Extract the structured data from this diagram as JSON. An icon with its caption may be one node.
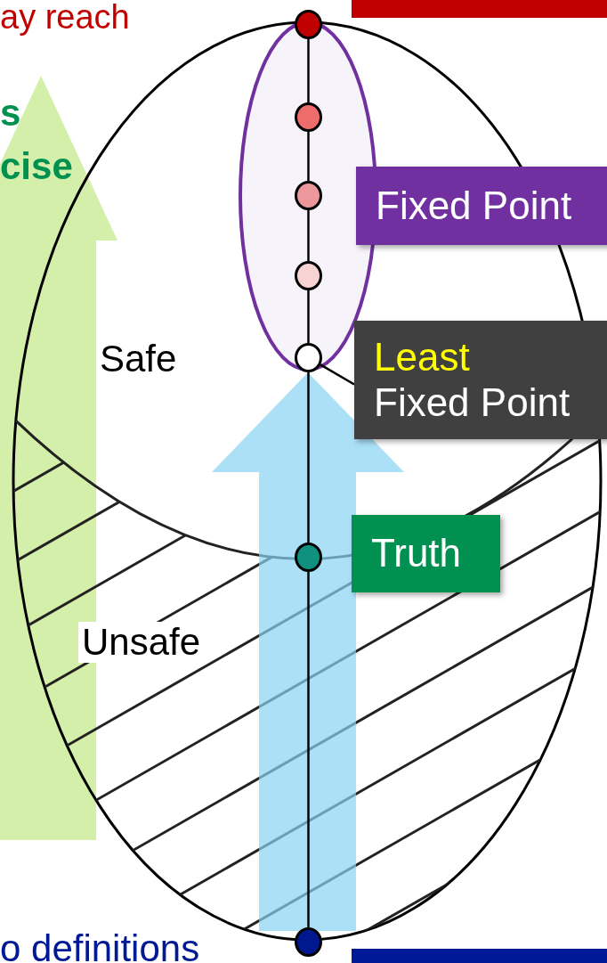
{
  "diagram": {
    "nodes": [
      {
        "text": [],
        "shape": "circle"
      },
      {
        "text": [],
        "shape": "circle"
      },
      {
        "text": [],
        "shape": "circle"
      },
      {
        "text": [],
        "shape": "circle"
      },
      {
        "text": [],
        "shape": "circle"
      },
      {
        "text": [],
        "shape": "circle"
      },
      {
        "text": [],
        "shape": "circle"
      },
      {
        "text": [
          "Fixed Point"
        ]
      },
      {
        "text": [
          "Least",
          "Fixed Point"
        ]
      },
      {
        "text": [
          "Truth"
        ]
      }
    ],
    "edges": [
      {
        "from": 0,
        "to": 1,
        "arrow": "none"
      },
      {
        "from": 1,
        "to": 2,
        "arrow": "none"
      },
      {
        "from": 2,
        "to": 3,
        "arrow": "none"
      },
      {
        "from": 3,
        "to": 4,
        "arrow": "none"
      },
      {
        "from": 4,
        "to": 5,
        "arrow": "none"
      },
      {
        "from": 5,
        "to": 6,
        "arrow": "none"
      },
      {
        "from": 4,
        "to": 8,
        "arrow": "none"
      }
    ],
    "labels": [
      "ay reach",
      "s",
      "cise",
      "Safe",
      "Unsafe",
      "o definitions"
    ]
  }
}
